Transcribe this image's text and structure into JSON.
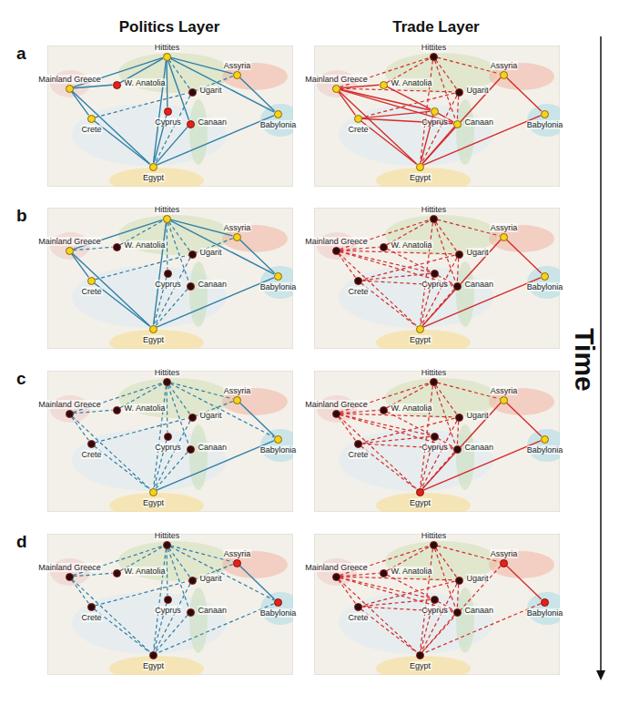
{
  "diagram": {
    "nodes": [
      {
        "text": [
          "Mainland Greece"
        ]
      },
      {
        "text": [
          "W. Anatolia"
        ]
      },
      {
        "text": [
          "Hittites"
        ]
      },
      {
        "text": [
          "Assyria"
        ]
      },
      {
        "text": [
          "Ugarit"
        ]
      },
      {
        "text": [
          "Cyprus"
        ]
      },
      {
        "text": [
          "Canaan"
        ]
      },
      {
        "text": [
          "Babylonia"
        ]
      },
      {
        "text": [
          "Crete"
        ]
      },
      {
        "text": [
          "Egypt"
        ]
      },
      {
        "text": [
          "Mainland Greece"
        ]
      },
      {
        "text": [
          "W. Anatolia"
        ]
      },
      {
        "text": [
          "Hittites"
        ]
      },
      {
        "text": [
          "Assyria"
        ]
      },
      {
        "text": [
          "Ugarit"
        ]
      },
      {
        "text": [
          "Cyprus"
        ]
      },
      {
        "text": [
          "Canaan"
        ]
      },
      {
        "text": [
          "Babylonia"
        ]
      },
      {
        "text": [
          "Crete"
        ]
      },
      {
        "text": [
          "Egypt"
        ]
      },
      {
        "text": [
          "Mainland Greece"
        ]
      },
      {
        "text": [
          "W. Anatolia"
        ]
      },
      {
        "text": [
          "Hittites"
        ]
      },
      {
        "text": [
          "Assyria"
        ]
      },
      {
        "text": [
          "Ugarit"
        ]
      },
      {
        "text": [
          "Cyprus"
        ]
      },
      {
        "text": [
          "Canaan"
        ]
      },
      {
        "text": [
          "Babylonia"
        ]
      },
      {
        "text": [
          "Crete"
        ]
      },
      {
        "text": [
          "Egypt"
        ]
      },
      {
        "text": [
          "Mainland Greece"
        ]
      },
      {
        "text": [
          "W. Anatolia"
        ]
      },
      {
        "text": [
          "Hittites"
        ]
      },
      {
        "text": [
          "Assyria"
        ]
      },
      {
        "text": [
          "Ugarit"
        ]
      },
      {
        "text": [
          "Cyprus"
        ]
      },
      {
        "text": [
          "Canaan"
        ]
      },
      {
        "text": [
          "Babylonia"
        ]
      },
      {
        "text": [
          "Crete"
        ]
      },
      {
        "text": [
          "Egypt"
        ]
      },
      {
        "text": [
          "Mainland Greece"
        ]
      },
      {
        "text": [
          "W. Anatolia"
        ]
      },
      {
        "text": [
          "Hittites"
        ]
      },
      {
        "text": [
          "Assyria"
        ]
      },
      {
        "text": [
          "Ugarit"
        ]
      },
      {
        "text": [
          "Cyprus"
        ]
      },
      {
        "text": [
          "Canaan"
        ]
      },
      {
        "text": [
          "Babylonia"
        ]
      },
      {
        "text": [
          "Crete"
        ]
      },
      {
        "text": [
          "Egypt"
        ]
      },
      {
        "text": [
          "Mainland Greece"
        ]
      },
      {
        "text": [
          "W. Anatolia"
        ]
      },
      {
        "text": [
          "Hittites"
        ]
      },
      {
        "text": [
          "Assyria"
        ]
      },
      {
        "text": [
          "Ugarit"
        ]
      },
      {
        "text": [
          "Cyprus"
        ]
      },
      {
        "text": [
          "Canaan"
        ]
      },
      {
        "text": [
          "Babylonia"
        ]
      },
      {
        "text": [
          "Crete"
        ]
      },
      {
        "text": [
          "Egypt"
        ]
      },
      {
        "text": [
          "Mainland Greece"
        ]
      },
      {
        "text": [
          "W. Anatolia"
        ]
      },
      {
        "text": [
          "Hittites"
        ]
      },
      {
        "text": [
          "Assyria"
        ]
      },
      {
        "text": [
          "Ugarit"
        ]
      },
      {
        "text": [
          "Cyprus"
        ]
      },
      {
        "text": [
          "Canaan"
        ]
      },
      {
        "text": [
          "Babylonia"
        ]
      },
      {
        "text": [
          "Crete"
        ]
      },
      {
        "text": [
          "Egypt"
        ]
      },
      {
        "text": [
          "Mainland Greece"
        ]
      },
      {
        "text": [
          "W. Anatolia"
        ]
      },
      {
        "text": [
          "Hittites"
        ]
      },
      {
        "text": [
          "Assyria"
        ]
      },
      {
        "text": [
          "Ugarit"
        ]
      },
      {
        "text": [
          "Cyprus"
        ]
      },
      {
        "text": [
          "Canaan"
        ]
      },
      {
        "text": [
          "Babylonia"
        ]
      },
      {
        "text": [
          "Crete"
        ]
      },
      {
        "text": [
          "Egypt"
        ]
      }
    ],
    "edges": [
      {
        "from": 0,
        "to": 1,
        "arrow": "none"
      },
      {
        "from": 0,
        "to": 8,
        "arrow": "none"
      },
      {
        "from": 0,
        "to": 9,
        "arrow": "none"
      },
      {
        "from": 0,
        "to": 2,
        "arrow": "none"
      },
      {
        "from": 1,
        "to": 2,
        "arrow": "none"
      },
      {
        "from": 2,
        "to": 3,
        "arrow": "none"
      },
      {
        "from": 2,
        "to": 4,
        "arrow": "none"
      },
      {
        "from": 2,
        "to": 5,
        "arrow": "none"
      },
      {
        "from": 2,
        "to": 6,
        "arrow": "none"
      },
      {
        "from": 2,
        "to": 9,
        "arrow": "none"
      },
      {
        "from": 2,
        "to": 7,
        "arrow": "none"
      },
      {
        "from": 3,
        "to": 7,
        "arrow": "none"
      },
      {
        "from": 3,
        "to": 4,
        "arrow": "none"
      },
      {
        "from": 4,
        "to": 9,
        "arrow": "none"
      },
      {
        "from": 5,
        "to": 9,
        "arrow": "none"
      },
      {
        "from": 6,
        "to": 9,
        "arrow": "none"
      },
      {
        "from": 7,
        "to": 9,
        "arrow": "none"
      },
      {
        "from": 8,
        "to": 4,
        "arrow": "none"
      },
      {
        "from": 8,
        "to": 9,
        "arrow": "none"
      },
      {
        "from": 10,
        "to": 11,
        "arrow": "none"
      },
      {
        "from": 10,
        "to": 18,
        "arrow": "none"
      },
      {
        "from": 10,
        "to": 15,
        "arrow": "none"
      },
      {
        "from": 10,
        "to": 16,
        "arrow": "none"
      },
      {
        "from": 10,
        "to": 19,
        "arrow": "none"
      },
      {
        "from": 10,
        "to": 14,
        "arrow": "none"
      },
      {
        "from": 10,
        "to": 12,
        "arrow": "none"
      },
      {
        "from": 11,
        "to": 12,
        "arrow": "none"
      },
      {
        "from": 11,
        "to": 15,
        "arrow": "none"
      },
      {
        "from": 12,
        "to": 13,
        "arrow": "none"
      },
      {
        "from": 12,
        "to": 14,
        "arrow": "none"
      },
      {
        "from": 12,
        "to": 16,
        "arrow": "none"
      },
      {
        "from": 12,
        "to": 19,
        "arrow": "none"
      },
      {
        "from": 13,
        "to": 17,
        "arrow": "none"
      },
      {
        "from": 13,
        "to": 19,
        "arrow": "none"
      },
      {
        "from": 14,
        "to": 18,
        "arrow": "none"
      },
      {
        "from": 14,
        "to": 16,
        "arrow": "none"
      },
      {
        "from": 14,
        "to": 19,
        "arrow": "none"
      },
      {
        "from": 15,
        "to": 18,
        "arrow": "none"
      },
      {
        "from": 15,
        "to": 16,
        "arrow": "none"
      },
      {
        "from": 15,
        "to": 19,
        "arrow": "none"
      },
      {
        "from": 16,
        "to": 19,
        "arrow": "none"
      },
      {
        "from": 17,
        "to": 19,
        "arrow": "none"
      },
      {
        "from": 18,
        "to": 19,
        "arrow": "none"
      },
      {
        "from": 18,
        "to": 16,
        "arrow": "none"
      },
      {
        "from": 20,
        "to": 21,
        "arrow": "none"
      },
      {
        "from": 20,
        "to": 28,
        "arrow": "none"
      },
      {
        "from": 20,
        "to": 29,
        "arrow": "none"
      },
      {
        "from": 20,
        "to": 22,
        "arrow": "none"
      },
      {
        "from": 21,
        "to": 22,
        "arrow": "none"
      },
      {
        "from": 22,
        "to": 23,
        "arrow": "none"
      },
      {
        "from": 22,
        "to": 24,
        "arrow": "none"
      },
      {
        "from": 22,
        "to": 25,
        "arrow": "none"
      },
      {
        "from": 22,
        "to": 26,
        "arrow": "none"
      },
      {
        "from": 22,
        "to": 29,
        "arrow": "none"
      },
      {
        "from": 22,
        "to": 27,
        "arrow": "none"
      },
      {
        "from": 23,
        "to": 27,
        "arrow": "none"
      },
      {
        "from": 23,
        "to": 24,
        "arrow": "none"
      },
      {
        "from": 24,
        "to": 29,
        "arrow": "none"
      },
      {
        "from": 25,
        "to": 29,
        "arrow": "none"
      },
      {
        "from": 26,
        "to": 29,
        "arrow": "none"
      },
      {
        "from": 27,
        "to": 29,
        "arrow": "none"
      },
      {
        "from": 28,
        "to": 24,
        "arrow": "none"
      },
      {
        "from": 28,
        "to": 29,
        "arrow": "none"
      },
      {
        "from": 30,
        "to": 31,
        "arrow": "none"
      },
      {
        "from": 30,
        "to": 38,
        "arrow": "none"
      },
      {
        "from": 30,
        "to": 35,
        "arrow": "none"
      },
      {
        "from": 30,
        "to": 36,
        "arrow": "none"
      },
      {
        "from": 30,
        "to": 39,
        "arrow": "none"
      },
      {
        "from": 30,
        "to": 34,
        "arrow": "none"
      },
      {
        "from": 30,
        "to": 32,
        "arrow": "none"
      },
      {
        "from": 31,
        "to": 32,
        "arrow": "none"
      },
      {
        "from": 31,
        "to": 35,
        "arrow": "none"
      },
      {
        "from": 32,
        "to": 33,
        "arrow": "none"
      },
      {
        "from": 32,
        "to": 34,
        "arrow": "none"
      },
      {
        "from": 32,
        "to": 36,
        "arrow": "none"
      },
      {
        "from": 32,
        "to": 39,
        "arrow": "none"
      },
      {
        "from": 33,
        "to": 37,
        "arrow": "none"
      },
      {
        "from": 33,
        "to": 39,
        "arrow": "none"
      },
      {
        "from": 34,
        "to": 38,
        "arrow": "none"
      },
      {
        "from": 34,
        "to": 36,
        "arrow": "none"
      },
      {
        "from": 34,
        "to": 39,
        "arrow": "none"
      },
      {
        "from": 35,
        "to": 38,
        "arrow": "none"
      },
      {
        "from": 35,
        "to": 36,
        "arrow": "none"
      },
      {
        "from": 35,
        "to": 39,
        "arrow": "none"
      },
      {
        "from": 36,
        "to": 39,
        "arrow": "none"
      },
      {
        "from": 37,
        "to": 39,
        "arrow": "none"
      },
      {
        "from": 38,
        "to": 39,
        "arrow": "none"
      },
      {
        "from": 38,
        "to": 36,
        "arrow": "none"
      },
      {
        "from": 40,
        "to": 41,
        "arrow": "none"
      },
      {
        "from": 40,
        "to": 48,
        "arrow": "none"
      },
      {
        "from": 40,
        "to": 49,
        "arrow": "none"
      },
      {
        "from": 40,
        "to": 42,
        "arrow": "none"
      },
      {
        "from": 41,
        "to": 42,
        "arrow": "none"
      },
      {
        "from": 42,
        "to": 43,
        "arrow": "none"
      },
      {
        "from": 42,
        "to": 44,
        "arrow": "none"
      },
      {
        "from": 42,
        "to": 45,
        "arrow": "none"
      },
      {
        "from": 42,
        "to": 46,
        "arrow": "none"
      },
      {
        "from": 42,
        "to": 49,
        "arrow": "none"
      },
      {
        "from": 42,
        "to": 47,
        "arrow": "none"
      },
      {
        "from": 43,
        "to": 47,
        "arrow": "none"
      },
      {
        "from": 43,
        "to": 44,
        "arrow": "none"
      },
      {
        "from": 44,
        "to": 49,
        "arrow": "none"
      },
      {
        "from": 45,
        "to": 49,
        "arrow": "none"
      },
      {
        "from": 46,
        "to": 49,
        "arrow": "none"
      },
      {
        "from": 47,
        "to": 49,
        "arrow": "none"
      },
      {
        "from": 48,
        "to": 44,
        "arrow": "none"
      },
      {
        "from": 48,
        "to": 49,
        "arrow": "none"
      },
      {
        "from": 50,
        "to": 51,
        "arrow": "none"
      },
      {
        "from": 50,
        "to": 58,
        "arrow": "none"
      },
      {
        "from": 50,
        "to": 55,
        "arrow": "none"
      },
      {
        "from": 50,
        "to": 56,
        "arrow": "none"
      },
      {
        "from": 50,
        "to": 59,
        "arrow": "none"
      },
      {
        "from": 50,
        "to": 54,
        "arrow": "none"
      },
      {
        "from": 50,
        "to": 52,
        "arrow": "none"
      },
      {
        "from": 51,
        "to": 52,
        "arrow": "none"
      },
      {
        "from": 51,
        "to": 55,
        "arrow": "none"
      },
      {
        "from": 52,
        "to": 53,
        "arrow": "none"
      },
      {
        "from": 52,
        "to": 54,
        "arrow": "none"
      },
      {
        "from": 52,
        "to": 56,
        "arrow": "none"
      },
      {
        "from": 52,
        "to": 59,
        "arrow": "none"
      },
      {
        "from": 53,
        "to": 57,
        "arrow": "none"
      },
      {
        "from": 53,
        "to": 59,
        "arrow": "none"
      },
      {
        "from": 54,
        "to": 58,
        "arrow": "none"
      },
      {
        "from": 54,
        "to": 56,
        "arrow": "none"
      },
      {
        "from": 54,
        "to": 59,
        "arrow": "none"
      },
      {
        "from": 55,
        "to": 58,
        "arrow": "none"
      },
      {
        "from": 55,
        "to": 56,
        "arrow": "none"
      },
      {
        "from": 55,
        "to": 59,
        "arrow": "none"
      },
      {
        "from": 56,
        "to": 59,
        "arrow": "none"
      },
      {
        "from": 57,
        "to": 59,
        "arrow": "none"
      },
      {
        "from": 58,
        "to": 59,
        "arrow": "none"
      },
      {
        "from": 58,
        "to": 56,
        "arrow": "none"
      },
      {
        "from": 60,
        "to": 61,
        "arrow": "none"
      },
      {
        "from": 60,
        "to": 68,
        "arrow": "none"
      },
      {
        "from": 60,
        "to": 69,
        "arrow": "none"
      },
      {
        "from": 60,
        "to": 62,
        "arrow": "none"
      },
      {
        "from": 61,
        "to": 62,
        "arrow": "none"
      },
      {
        "from": 62,
        "to": 63,
        "arrow": "none"
      },
      {
        "from": 62,
        "to": 64,
        "arrow": "none"
      },
      {
        "from": 62,
        "to": 65,
        "arrow": "none"
      },
      {
        "from": 62,
        "to": 66,
        "arrow": "none"
      },
      {
        "from": 62,
        "to": 69,
        "arrow": "none"
      },
      {
        "from": 62,
        "to": 67,
        "arrow": "none"
      },
      {
        "from": 63,
        "to": 67,
        "arrow": "none"
      },
      {
        "from": 63,
        "to": 64,
        "arrow": "none"
      },
      {
        "from": 64,
        "to": 69,
        "arrow": "none"
      },
      {
        "from": 65,
        "to": 69,
        "arrow": "none"
      },
      {
        "from": 66,
        "to": 69,
        "arrow": "none"
      },
      {
        "from": 67,
        "to": 69,
        "arrow": "none"
      },
      {
        "from": 68,
        "to": 64,
        "arrow": "none"
      },
      {
        "from": 68,
        "to": 69,
        "arrow": "none"
      },
      {
        "from": 70,
        "to": 71,
        "arrow": "none"
      },
      {
        "from": 70,
        "to": 78,
        "arrow": "none"
      },
      {
        "from": 70,
        "to": 75,
        "arrow": "none"
      },
      {
        "from": 70,
        "to": 76,
        "arrow": "none"
      },
      {
        "from": 70,
        "to": 79,
        "arrow": "none"
      },
      {
        "from": 70,
        "to": 74,
        "arrow": "none"
      },
      {
        "from": 70,
        "to": 72,
        "arrow": "none"
      },
      {
        "from": 71,
        "to": 72,
        "arrow": "none"
      },
      {
        "from": 71,
        "to": 75,
        "arrow": "none"
      },
      {
        "from": 72,
        "to": 73,
        "arrow": "none"
      },
      {
        "from": 72,
        "to": 74,
        "arrow": "none"
      },
      {
        "from": 72,
        "to": 76,
        "arrow": "none"
      },
      {
        "from": 72,
        "to": 79,
        "arrow": "none"
      },
      {
        "from": 73,
        "to": 77,
        "arrow": "none"
      },
      {
        "from": 73,
        "to": 79,
        "arrow": "none"
      },
      {
        "from": 74,
        "to": 78,
        "arrow": "none"
      },
      {
        "from": 74,
        "to": 76,
        "arrow": "none"
      },
      {
        "from": 74,
        "to": 79,
        "arrow": "none"
      },
      {
        "from": 75,
        "to": 78,
        "arrow": "none"
      },
      {
        "from": 75,
        "to": 76,
        "arrow": "none"
      },
      {
        "from": 75,
        "to": 79,
        "arrow": "none"
      },
      {
        "from": 76,
        "to": 79,
        "arrow": "none"
      },
      {
        "from": 77,
        "to": 79,
        "arrow": "none"
      },
      {
        "from": 78,
        "to": 79,
        "arrow": "none"
      },
      {
        "from": 78,
        "to": 76,
        "arrow": "none"
      }
    ],
    "labels": [
      "Politics Layer",
      "Trade Layer",
      "a",
      "b",
      "c",
      "d",
      "Time"
    ]
  }
}
